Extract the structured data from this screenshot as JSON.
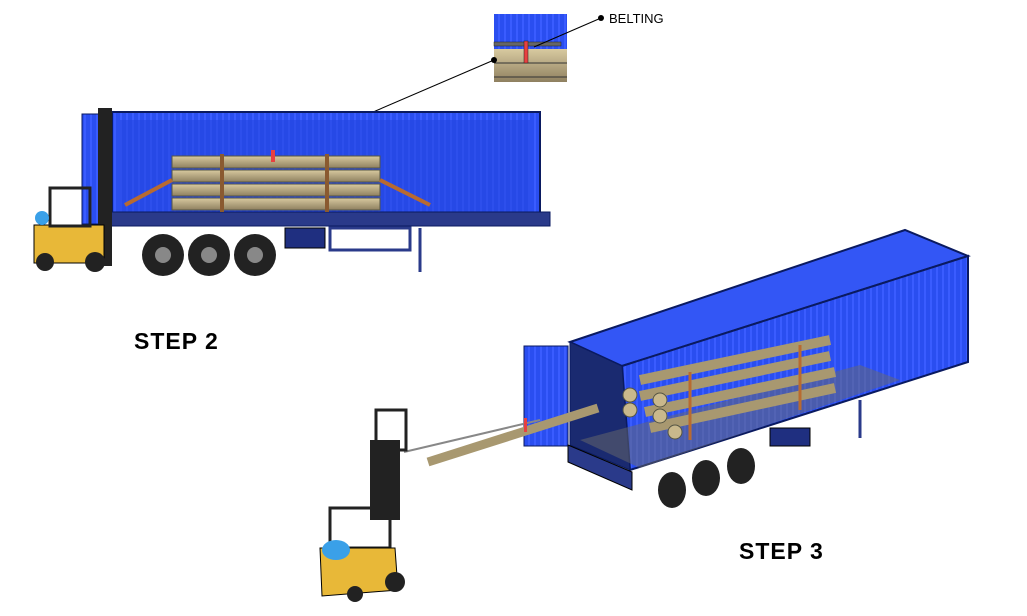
{
  "callout": {
    "label": "BELTING"
  },
  "steps": [
    {
      "label": "STEP 2"
    },
    {
      "label": "STEP 3"
    }
  ],
  "colors": {
    "container": "#2a4ef0",
    "pipe": "#bfae84",
    "forklift": "#e8b838",
    "belting": "#e84040"
  }
}
